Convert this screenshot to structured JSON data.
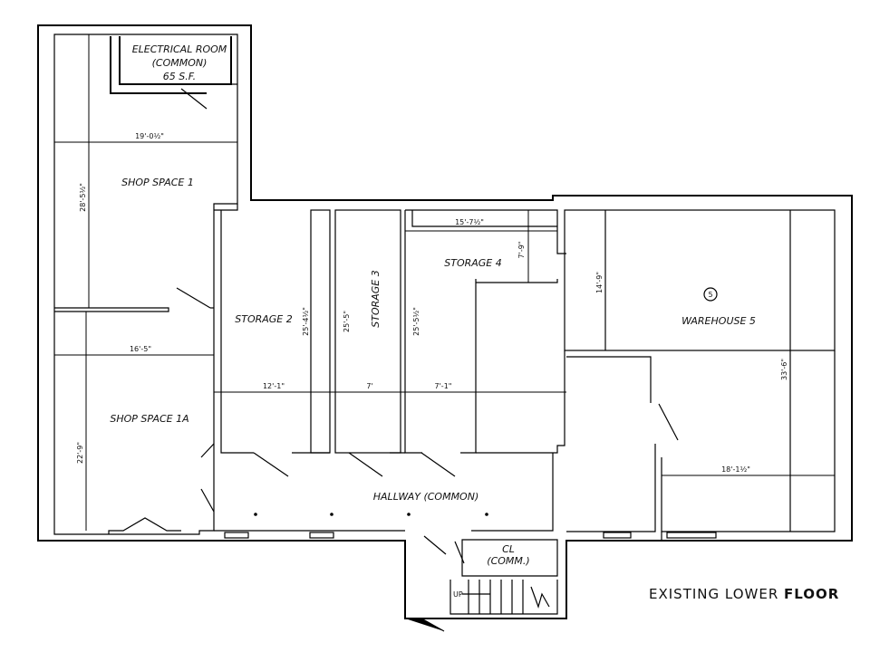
{
  "rooms": {
    "electrical": [
      "ELECTRICAL ROOM",
      "(COMMON)",
      "65 S.F."
    ],
    "shop1": "SHOP SPACE 1",
    "shop1a": "SHOP SPACE 1A",
    "storage2": "STORAGE 2",
    "storage3": "STORAGE 3",
    "storage4": "STORAGE 4",
    "warehouse5": "WAREHOUSE 5",
    "hallway": "HALLWAY (COMMON)",
    "closet": [
      "CL",
      "(COMM.)"
    ],
    "stair_up": "UP",
    "unit_marker": "5"
  },
  "dimensions": {
    "shop1_width": "19'-0½\"",
    "shop1_depth": "28'-5½\"",
    "shop1a_width": "16'-5\"",
    "shop1a_depth": "22'-9\"",
    "storage2_width": "12'-1\"",
    "storage2_depth": "25'-4½\"",
    "storage3_width": "7'",
    "storage3_depth": "25'-5\"",
    "storage4_width": "7'-1\"",
    "storage4_depth": "25'-5½\"",
    "storage4_top_width": "15'-7½\"",
    "storage4_small": "7'-9\"",
    "warehouse_upper": "14'-9\"",
    "warehouse_depth": "33'-6\"",
    "warehouse_width": "18'-1½\""
  },
  "title": {
    "part1": "EXISTING LOWER ",
    "part2": "FLOOR"
  }
}
